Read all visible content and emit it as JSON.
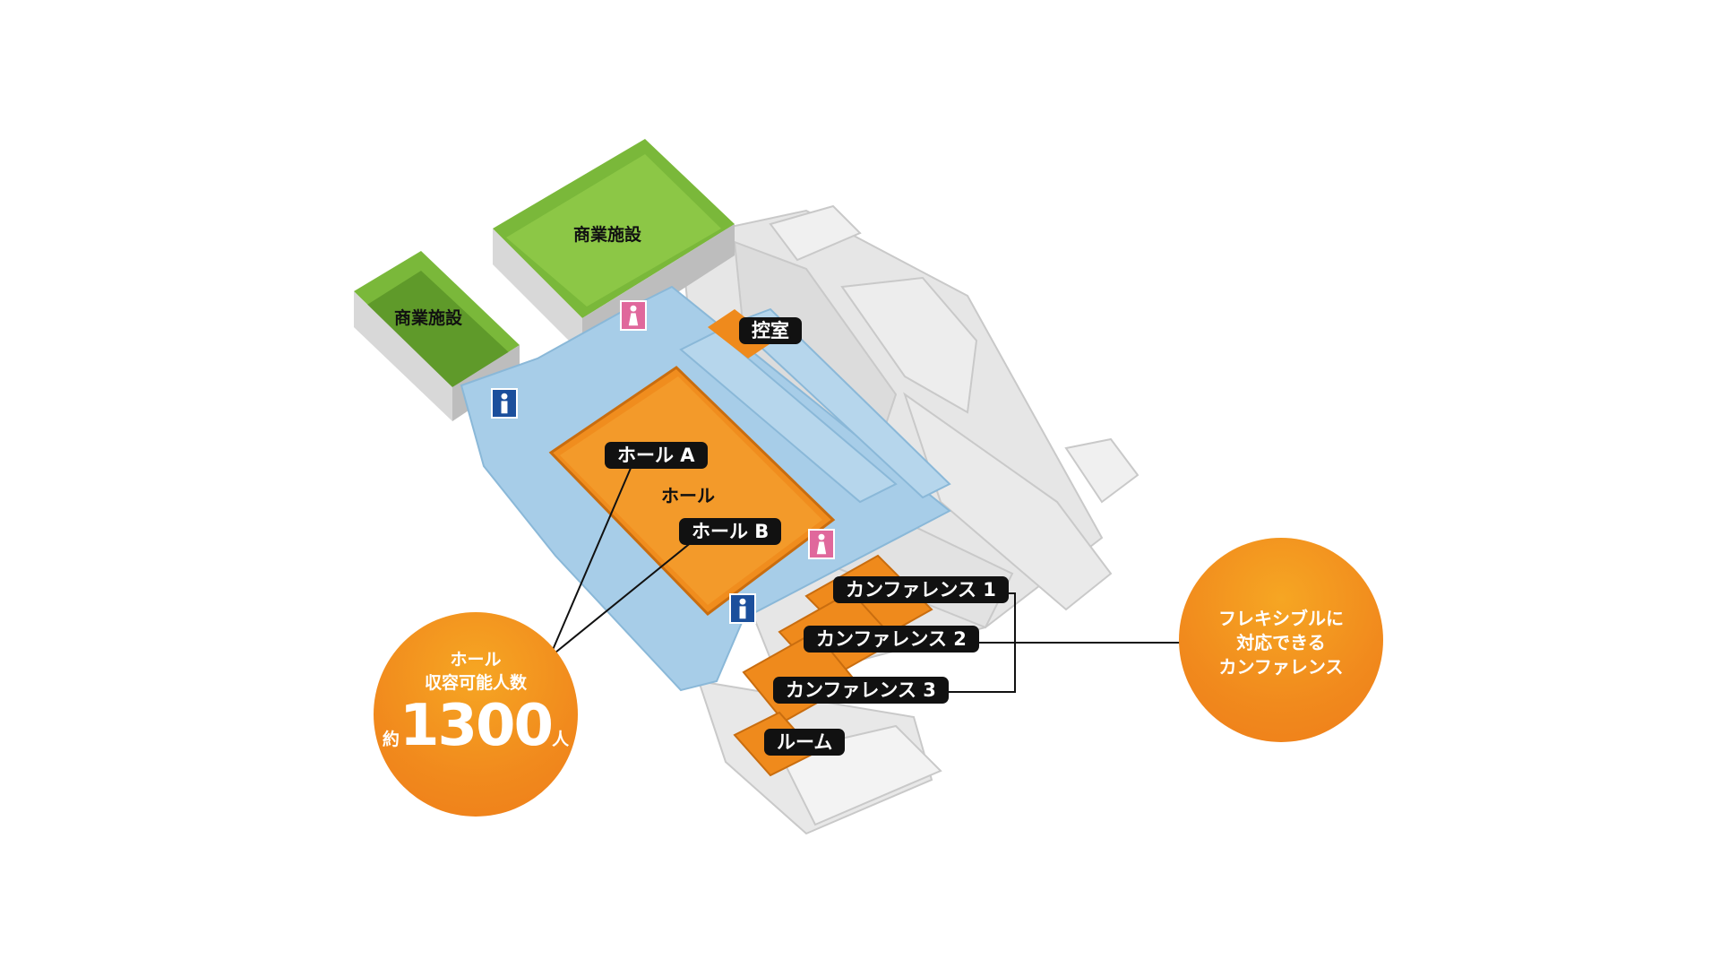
{
  "labels": {
    "commercial_left": "商業施設",
    "commercial_top": "商業施設",
    "waiting_room": "控室",
    "hall_a": "ホール A",
    "hall": "ホール",
    "hall_b": "ホール B",
    "conference_1": "カンファレンス 1",
    "conference_2": "カンファレンス 2",
    "conference_3": "カンファレンス 3",
    "room": "ルーム"
  },
  "capacity_callout": {
    "line1": "ホール",
    "line2": "収容可能人数",
    "prefix": "約",
    "number": "1300",
    "unit": "人"
  },
  "flexible_callout": {
    "line1": "フレキシブルに",
    "line2": "対応できる",
    "line3": "カンファレンス"
  },
  "icons": {
    "restroom_female_1": "female-restroom-icon",
    "restroom_male_1": "male-restroom-icon",
    "restroom_female_2": "female-restroom-icon",
    "restroom_male_2": "male-restroom-icon"
  },
  "colors": {
    "commercial_green": "#7ab83a",
    "hall_orange": "#f08d1e",
    "corridor_blue": "#a7cde8",
    "restroom_male": "#1b4f9c",
    "restroom_female": "#e0689c",
    "wall_gray": "#d8d8d8"
  }
}
